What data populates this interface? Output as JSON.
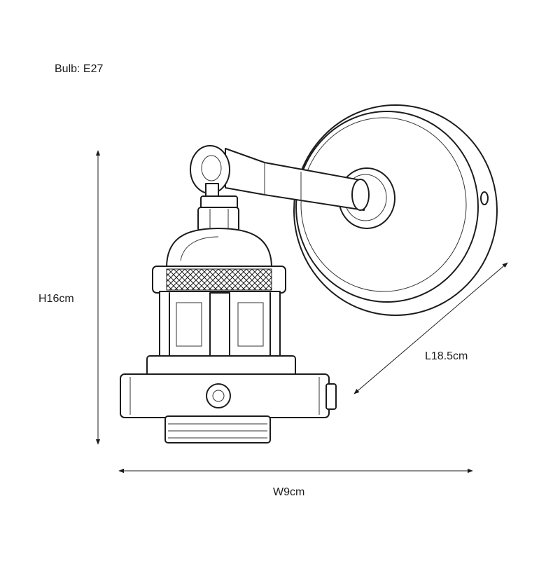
{
  "labels": {
    "bulb": "Bulb: E27",
    "height": "H16cm",
    "length": "L18.5cm",
    "width": "W9cm"
  },
  "colors": {
    "ink": "#1c1c1c",
    "background": "#ffffff"
  }
}
